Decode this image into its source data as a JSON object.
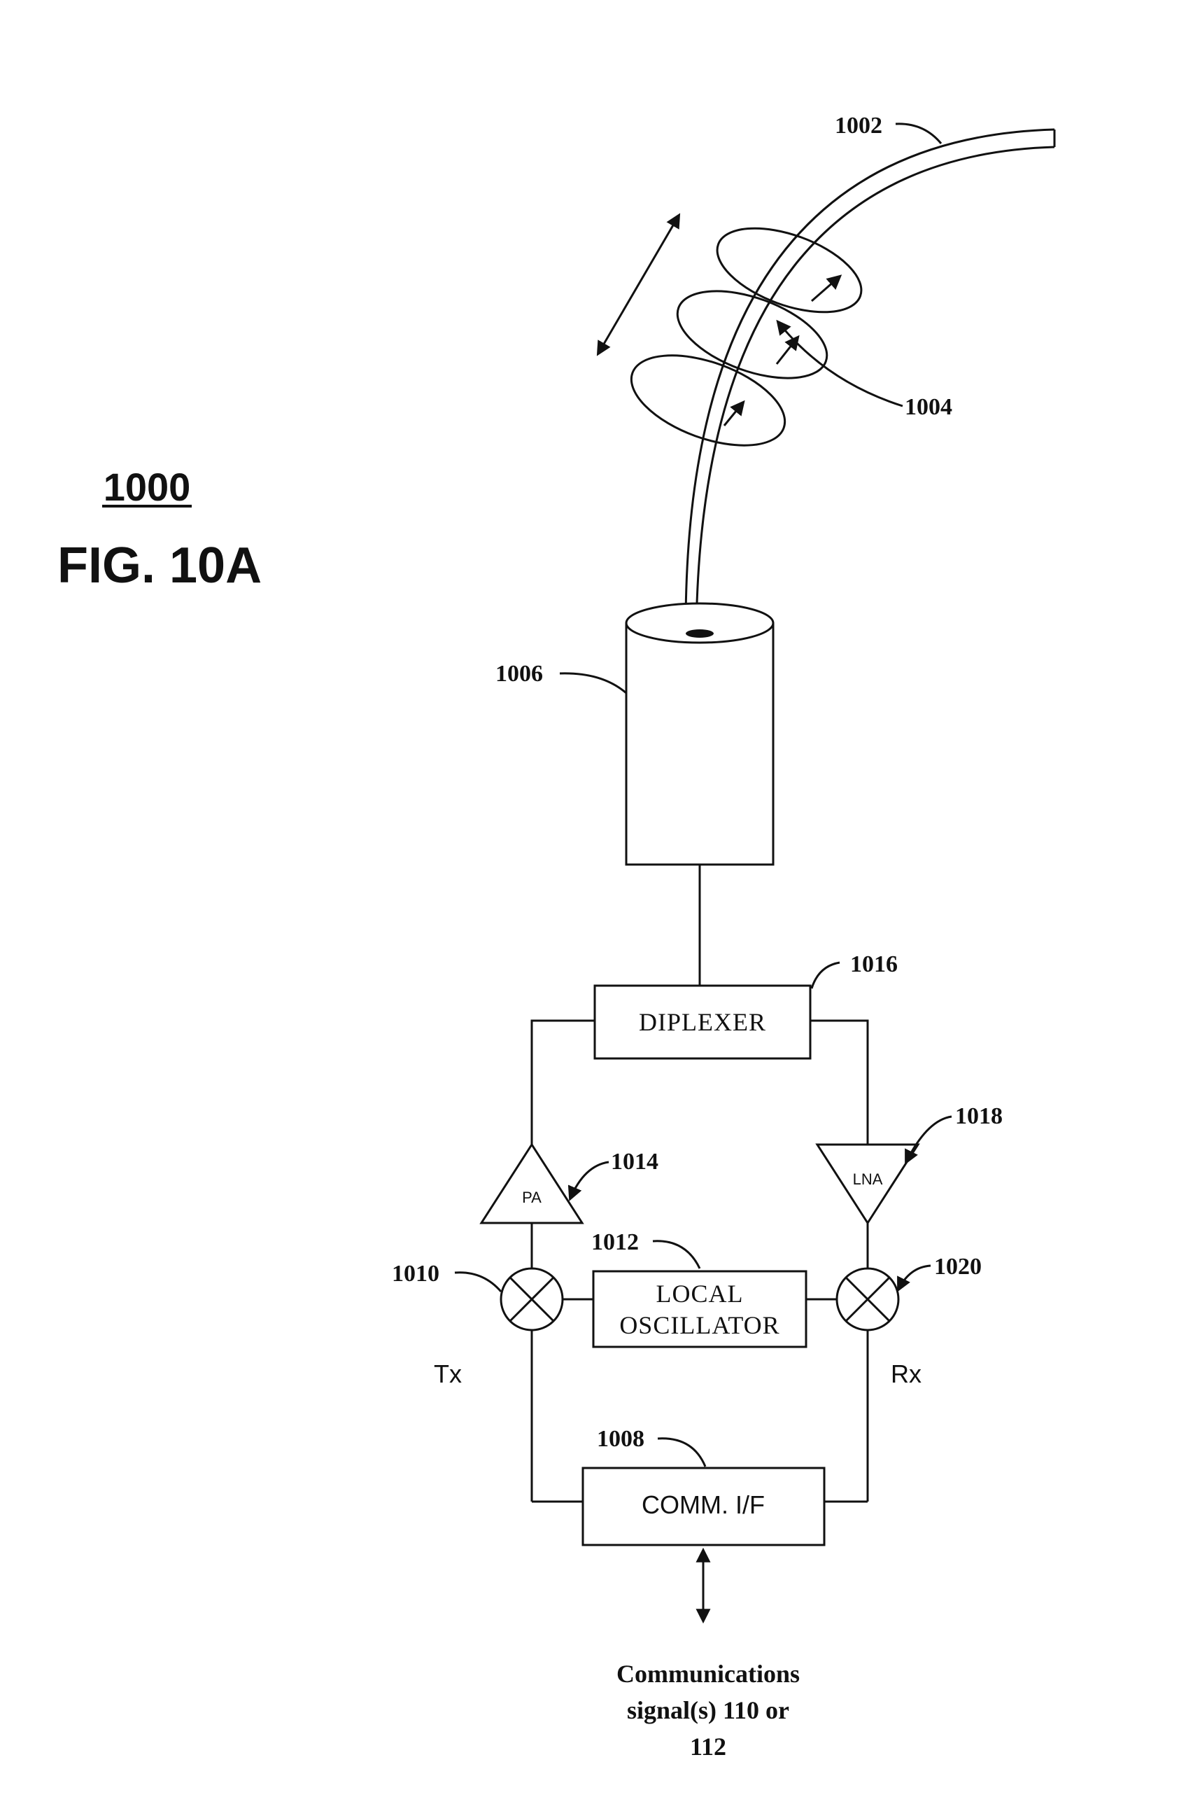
{
  "figure": {
    "number": "1000",
    "title": "FIG. 10A"
  },
  "labels": {
    "antenna_ref": "1002",
    "field_ref": "1004",
    "feed_ref": "1006",
    "comm_if_ref": "1008",
    "tx_mixer_ref": "1010",
    "local_oscillator_ref": "1012",
    "pa_ref": "1014",
    "diplexer_ref": "1016",
    "lna_ref": "1018",
    "rx_mixer_ref": "1020"
  },
  "blocks": {
    "diplexer": "DIPLEXER",
    "local_oscillator_line1": "LOCAL",
    "local_oscillator_line2": "OSCILLATOR",
    "comm_if": "COMM. I/F",
    "pa": "PA",
    "lna": "LNA"
  },
  "paths": {
    "tx": "Tx",
    "rx": "Rx"
  },
  "signal": {
    "line1": "Communications",
    "line2": "signal(s) 110 or",
    "line3": "112"
  }
}
